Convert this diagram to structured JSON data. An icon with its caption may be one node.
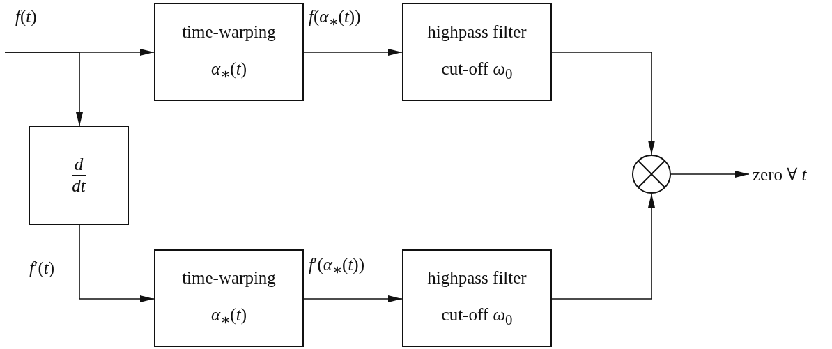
{
  "diagram": {
    "nodes": [
      {
        "text": [
          "time-warping",
          "*α*$_{∗}$(*t*)"
        ]
      },
      {
        "text": [
          "highpass filter",
          "cut-off *ω*$_{0}$"
        ]
      },
      {
        "text": [
          "d",
          "dt"
        ]
      },
      {
        "text": [
          "time-warping",
          "*α*$_{∗}$(*t*)"
        ]
      },
      {
        "text": [
          "highpass filter",
          "cut-off *ω*$_{0}$"
        ]
      },
      {
        "text": [],
        "shape": "circle"
      },
      {
        "text": [
          "zero ∀ *t*"
        ]
      }
    ],
    "edges": [
      {
        "from": null,
        "to": 0,
        "arrow": "to",
        "label": "*f*(*t*)"
      },
      {
        "from": null,
        "to": 2,
        "arrow": "to"
      },
      {
        "from": 0,
        "to": 1,
        "arrow": "to",
        "label": "*f*(*α*$_{∗}$(*t*))"
      },
      {
        "from": 2,
        "to": 3,
        "arrow": "to",
        "label": "*f*′(*t*)"
      },
      {
        "from": 3,
        "to": 4,
        "arrow": "to",
        "label": "*f*′(*α*$_{∗}$(*t*))"
      },
      {
        "from": 1,
        "to": 5,
        "arrow": "to"
      },
      {
        "from": 4,
        "to": 5,
        "arrow": "to"
      },
      {
        "from": 5,
        "to": 6,
        "arrow": "to"
      }
    ]
  }
}
